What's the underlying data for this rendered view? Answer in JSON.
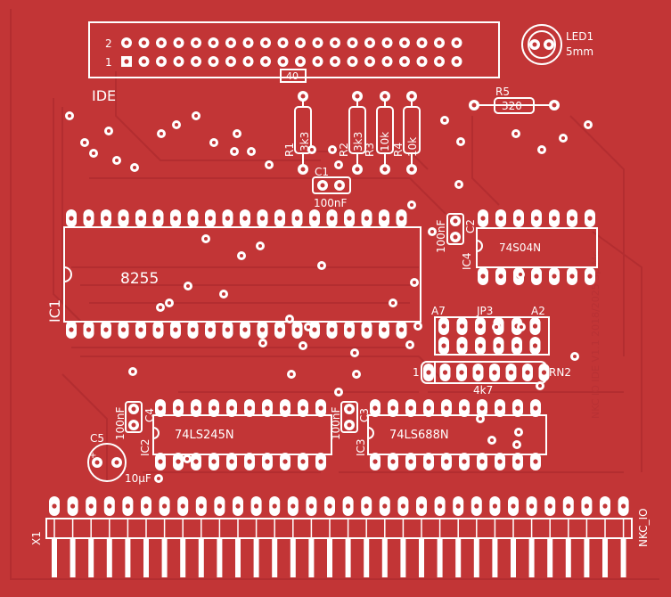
{
  "board": {
    "colors": {
      "copper": "#c23536",
      "silk": "#ffffff",
      "pad": "#ffffff",
      "drill": "#c23536",
      "trace": "#b32d30"
    }
  },
  "labels": {
    "ide": "IDE",
    "ide_pin2": "2",
    "ide_pin1": "1",
    "ide_pin40": "40",
    "led": "LED1",
    "led_size": "5mm",
    "r5": "R5",
    "r5_val": "320",
    "r1": "R1",
    "r1_val": "3k3",
    "r2": "R2",
    "r2_val": "3k3",
    "r3": "R3",
    "r3_val": "10k",
    "r4": "R4",
    "r4_val": "10k",
    "c1": "C1",
    "c1_val": "100nF",
    "c2": "C2",
    "c2_val": "100nF",
    "ic4": "IC4",
    "ic4_part": "74S04N",
    "ic1": "IC1",
    "ic1_part": "8255",
    "jp": "JP3",
    "a7": "A7",
    "a2": "A2",
    "rn2": "RN2",
    "rn2_pin1": "1",
    "rn2_val": "4k7",
    "c4": "C4",
    "c4_val": "100nF",
    "ic2": "IC2",
    "ic2_part": "74LS245N",
    "c3": "C3",
    "c3_val": "100nF",
    "ic3": "IC3",
    "ic3_part": "74LS688N",
    "c5": "C5",
    "c5_val": "10µF",
    "x1": "X1",
    "nkc": "NKC_IO",
    "ghost": "NKC IO IDE V1.1 2018/2025 Sp Mc"
  }
}
